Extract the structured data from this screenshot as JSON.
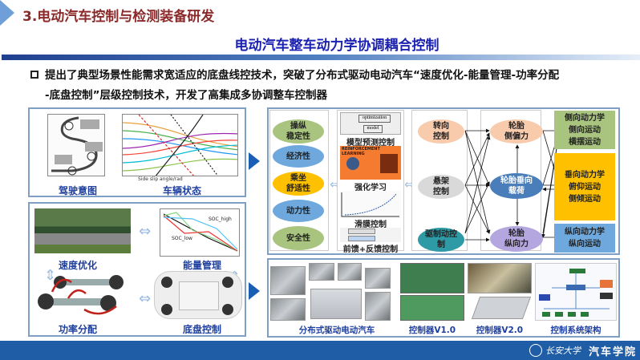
{
  "header": {
    "section_title": "3.电动汽车控制与检测装备研发",
    "subtitle": "电动汽车整车动力学协调耦合控制"
  },
  "bullet": {
    "line1": "提出了典型场景性能需求宽适应的底盘线控技术，突破了分布式驱动电动汽车“速度优化-能量管理-功率分配",
    "line2": "-底盘控制”层级控制技术，开发了高集成多协调整车控制器"
  },
  "left_top": {
    "caption1": "驾驶意图",
    "caption2": "车辆状态",
    "chart_xlabel": "Side slip angle/rad"
  },
  "left_bottom": {
    "caption_speed": "速度优化",
    "caption_energy": "能量管理",
    "caption_power": "功率分配",
    "caption_chassis": "底盘控制",
    "soc_high": "SOC_high",
    "soc_low": "SOC_low"
  },
  "objectives": [
    "操纵\n稳定性",
    "经济性",
    "乘坐\n舒适性",
    "动力性",
    "安全性"
  ],
  "methods": {
    "mpc": "模型预测控制",
    "mpc_opt": "optimization",
    "mpc_model": "model",
    "rl_banner": "REINFORCEMENT LEARNING",
    "rl": "强化学习",
    "smc": "滑膜控制",
    "ff": "前馈+反馈控制"
  },
  "controls": [
    "转向\n控制",
    "悬架\n控制",
    "驱制动控\n制"
  ],
  "tire": [
    "轮胎\n侧偏力",
    "轮胎垂向\n载荷",
    "轮胎\n纵向力"
  ],
  "dynamics": [
    {
      "title": "侧向动力学",
      "items": [
        "侧向运动",
        "横摆运动"
      ]
    },
    {
      "title": "垂向动力学",
      "items": [
        "俯仰运动",
        "侧倾运动"
      ]
    },
    {
      "title": "纵向动力学",
      "items": [
        "纵向运动"
      ]
    }
  ],
  "hardware": {
    "vehicle": "分布式驱动电动汽车",
    "v1": "控制器V1.0",
    "v2": "控制器V2.0",
    "arch": "控制系统架构"
  },
  "footer": {
    "university": "长安大学",
    "college": "汽车学院"
  },
  "colors": {
    "green": "#a9c47f",
    "blue": "#6fa8dc",
    "orange": "#ffc000",
    "peach": "#f8cbad",
    "grey": "#d9d9d9",
    "teal": "#2e9aa6",
    "purple": "#b4a7e0",
    "dark_blue": "#4a7ebb"
  }
}
